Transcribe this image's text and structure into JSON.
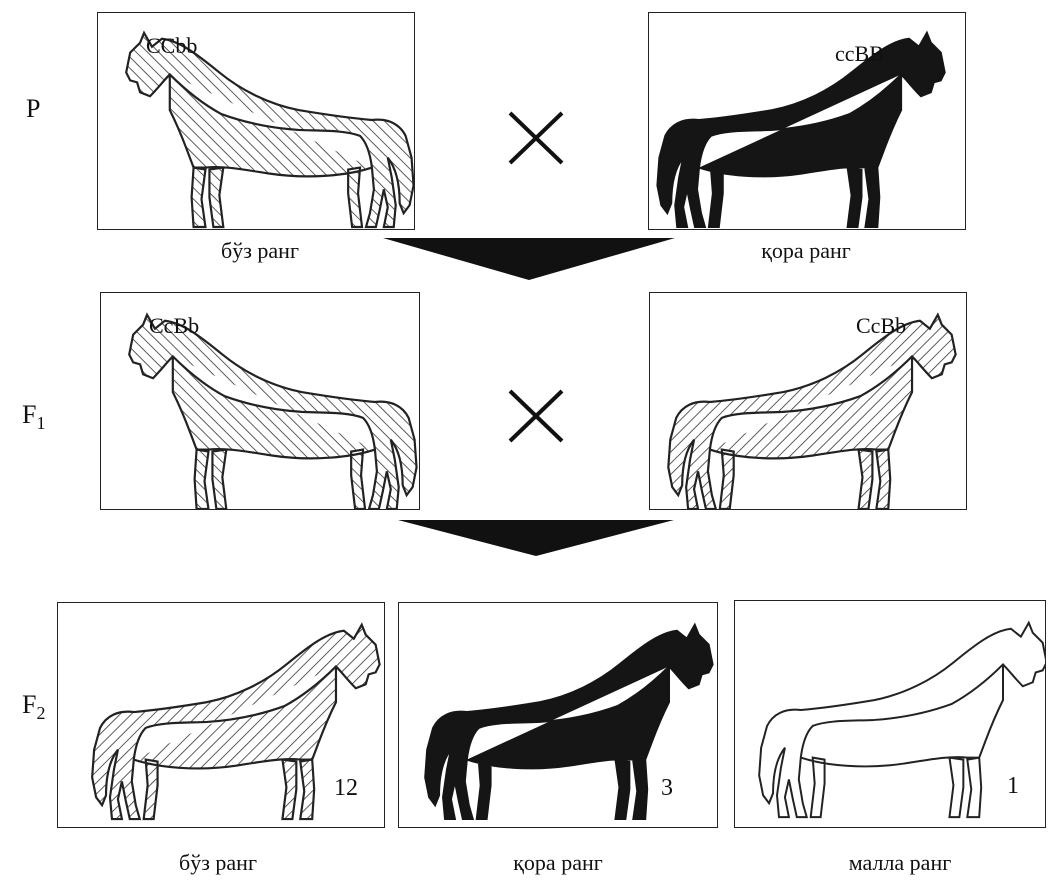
{
  "rows": {
    "p": {
      "label": "P"
    },
    "f1": {
      "label": "F",
      "sub": "1"
    },
    "f2": {
      "label": "F",
      "sub": "2"
    }
  },
  "parents": {
    "left": {
      "genotype": "CCbb",
      "caption": "бўз ранг",
      "fill": "hatched"
    },
    "right": {
      "genotype": "ccBB",
      "caption": "қора ранг",
      "fill": "black"
    }
  },
  "f1": {
    "left": {
      "genotype": "CcBb",
      "fill": "hatched"
    },
    "right": {
      "genotype": "CcBb",
      "fill": "hatched"
    }
  },
  "f2": [
    {
      "count": "12",
      "caption": "бўз ранг",
      "fill": "hatched"
    },
    {
      "count": "3",
      "caption": "қора ранг",
      "fill": "black"
    },
    {
      "count": "1",
      "caption": "малла ранг",
      "fill": "white"
    }
  ],
  "colors": {
    "line": "#222222",
    "black_fill": "#151515",
    "paper": "#ffffff"
  }
}
